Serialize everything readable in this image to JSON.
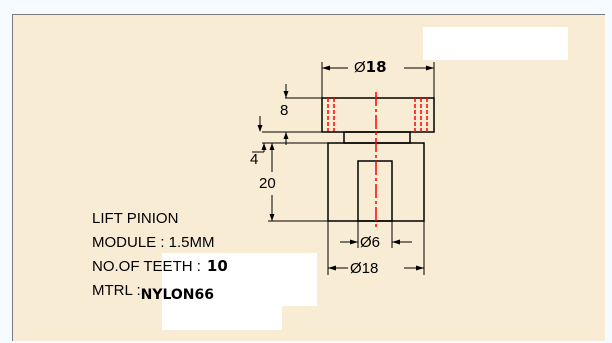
{
  "drawing": {
    "dimensions": {
      "top_dia_symbol": "Ø",
      "top_dia_value": "18",
      "height_upper": "8",
      "height_lower": "4",
      "height_shaft": "20",
      "bore_dia": "Ø6",
      "base_dia": "Ø18"
    },
    "notes": {
      "line1": "LIFT PINION",
      "line2": "MODULE : 1.5MM",
      "line3_label": "NO.OF TEETH :",
      "line3_value": "10",
      "line4_label": "MTRL :",
      "line4_value": "NYLON66"
    }
  },
  "colors": {
    "background": "#f8ecd5",
    "outline": "#000000",
    "centerline": "#ff0000",
    "patch": "#ffffff"
  }
}
